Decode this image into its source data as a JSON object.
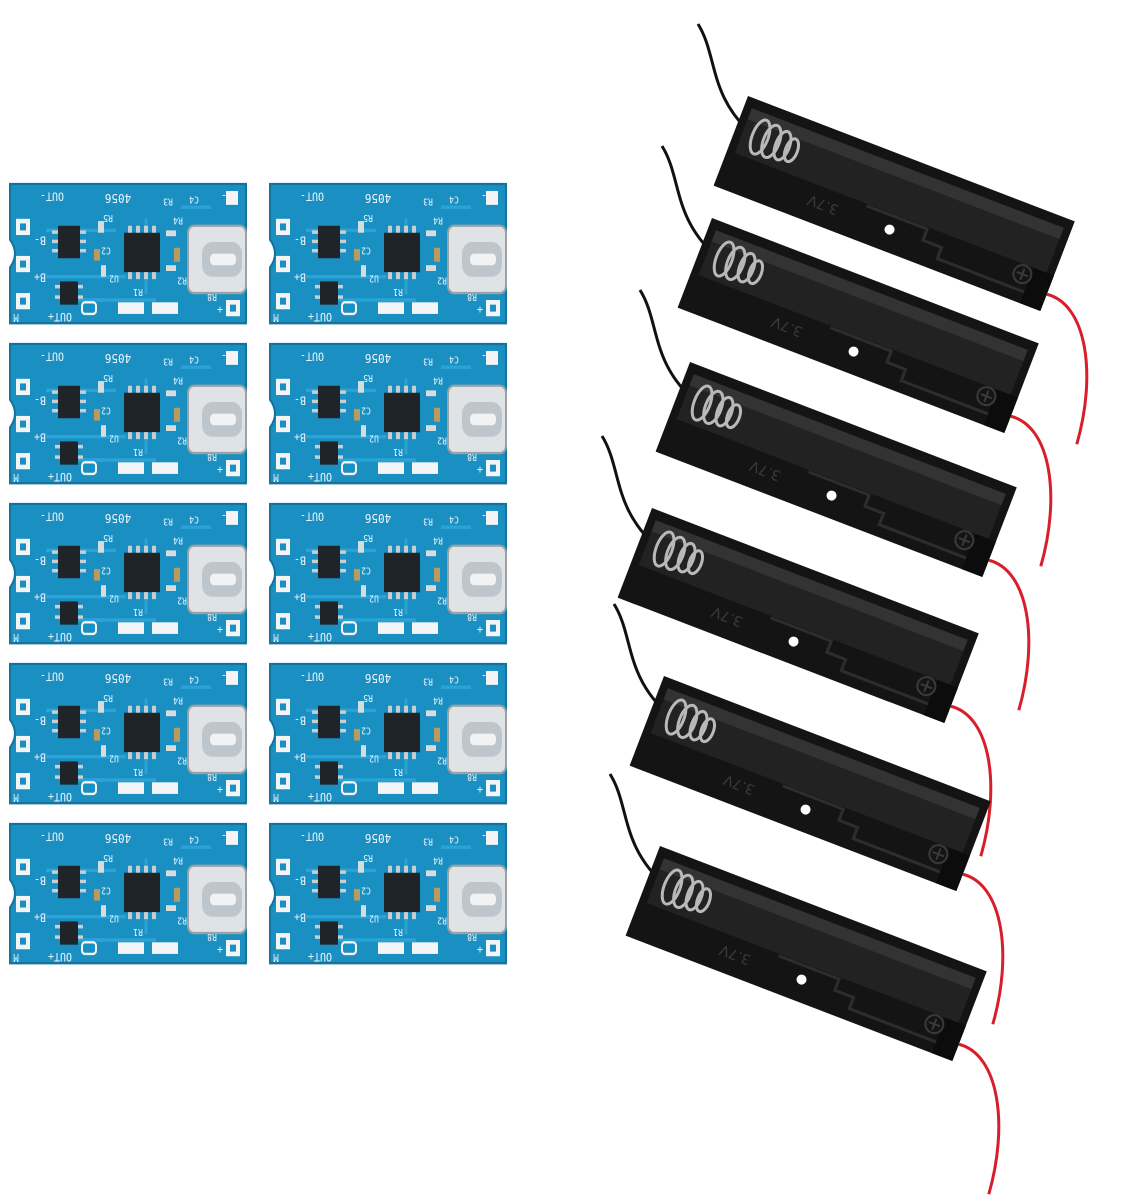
{
  "photo": {
    "boards": {
      "count": 10,
      "silkscreen": {
        "chip": "4056",
        "out_minus": "OUT-",
        "out_plus": "OUT+",
        "b_minus": "B-",
        "b_plus": "B+",
        "minus": "-",
        "plus": "+",
        "r3": "R3",
        "c4": "C4",
        "r4": "R4",
        "r5": "R5",
        "r8": "R8",
        "c2": "C2",
        "u2": "U2",
        "r1": "R1",
        "r2": "R2",
        "m": "M"
      },
      "colors": {
        "pcb": "#1a8fc2",
        "pcb_edge": "#1378a6",
        "chip": "#1f2429",
        "pad": "#f2f4f5"
      }
    },
    "holders": {
      "count": 6,
      "label": "3.7V",
      "colors": {
        "body": "#141414",
        "inner": "#222222",
        "red_wire": "#d81e2a",
        "black_wire": "#111111",
        "spring": "#b9b9b9"
      }
    }
  }
}
